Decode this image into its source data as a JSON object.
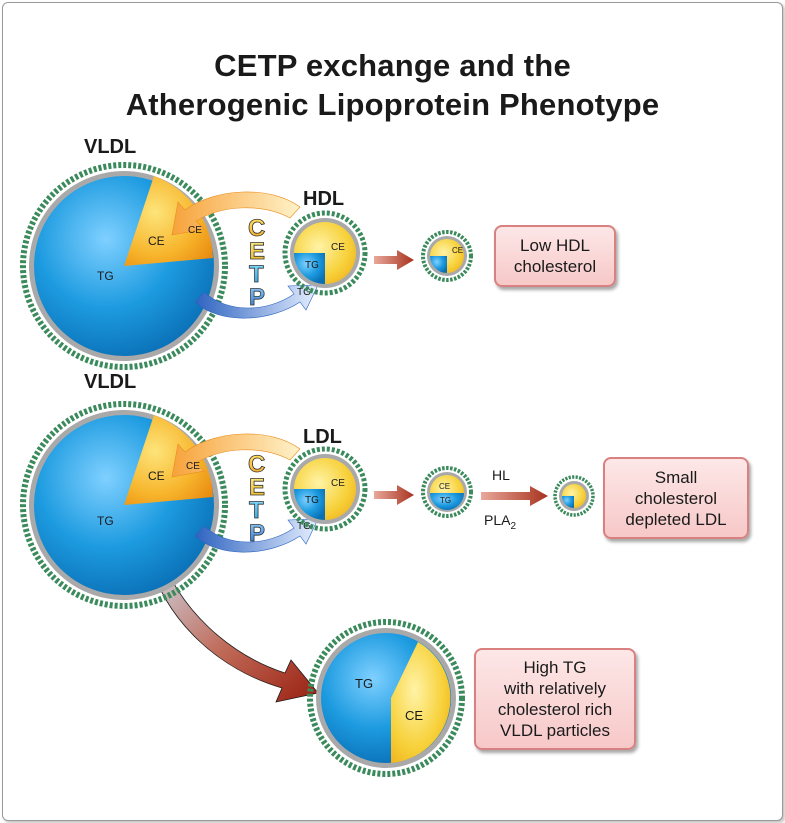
{
  "title": {
    "line1": "CETP exchange and the",
    "line2": "Atherogenic Lipoprotein Phenotype"
  },
  "labels": {
    "vldl_top": "VLDL",
    "hdl": "HDL",
    "vldl_bottom": "VLDL",
    "ldl": "LDL"
  },
  "particle_text": {
    "ce": "CE",
    "tg": "TG"
  },
  "cetp_letters": [
    "C",
    "E",
    "T",
    "P"
  ],
  "enzymes": {
    "hl": "HL",
    "pla": "PLA",
    "pla_sub": "2"
  },
  "boxes": {
    "low_hdl": "Low HDL\ncholesterol",
    "small_ldl": "Small\ncholesterol\ndepleted LDL",
    "high_tg": "High TG\nwith relatively\ncholesterol rich\nVLDL particles"
  },
  "colors": {
    "tg_blue": "#1d9be0",
    "ce_orange": "#f5a623",
    "ce_yellow": "#f7d13a",
    "shell_green": "#3a8a5c",
    "arrow_red": "#b03a2a",
    "box_border": "#d98080"
  }
}
